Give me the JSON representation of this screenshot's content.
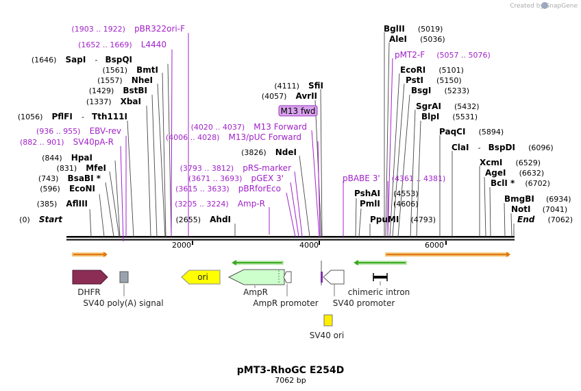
{
  "credit": "Created by SnapGene",
  "title": "pMT3-RhoGC E254D",
  "subtitle": "7062 bp",
  "ticks": [
    "2000",
    "4000",
    "6000"
  ],
  "left_sites": [
    {
      "pos": "(1646)",
      "name": "SapI",
      "name2": "BspQI",
      "sep": "-"
    },
    {
      "pos": "(1561)",
      "name": "BmtI"
    },
    {
      "pos": "(1557)",
      "name": "NheI"
    },
    {
      "pos": "(1429)",
      "name": "BstBI"
    },
    {
      "pos": "(1337)",
      "name": "XbaI"
    },
    {
      "pos": "(1056)",
      "name": "PflFI",
      "name2": "Tth111I",
      "sep": "-"
    },
    {
      "pos": "(844)",
      "name": "HpaI"
    },
    {
      "pos": "(831)",
      "name": "MfeI"
    },
    {
      "pos": "(743)",
      "name": "BsaBI *"
    },
    {
      "pos": "(596)",
      "name": "EcoNI"
    },
    {
      "pos": "(385)",
      "name": "AflIII"
    },
    {
      "pos": "(0)",
      "name": "Start"
    }
  ],
  "mid_sites": [
    {
      "pos": "(4111)",
      "name": "SfiI"
    },
    {
      "pos": "(4057)",
      "name": "AvrII"
    },
    {
      "pos": "(3826)",
      "name": "NdeI"
    },
    {
      "pos": "(2655)",
      "name": "AhdI"
    }
  ],
  "right_sites": [
    {
      "name": "BglII",
      "pos": "(5019)"
    },
    {
      "name": "AleI",
      "pos": "(5036)"
    },
    {
      "name": "EcoRI",
      "pos": "(5101)"
    },
    {
      "name": "PstI",
      "pos": "(5150)"
    },
    {
      "name": "BsgI",
      "pos": "(5233)"
    },
    {
      "name": "SgrAI",
      "pos": "(5432)"
    },
    {
      "name": "BlpI",
      "pos": "(5531)"
    },
    {
      "name": "PaqCI",
      "pos": "(5894)"
    },
    {
      "name": "ClaI",
      "name2": "BspDI",
      "sep": "-",
      "pos": "(6096)"
    },
    {
      "name": "XcmI",
      "pos": "(6529)"
    },
    {
      "name": "AgeI",
      "pos": "(6632)"
    },
    {
      "name": "BclI *",
      "pos": "(6702)"
    },
    {
      "name": "BmgBI",
      "pos": "(6934)"
    },
    {
      "name": "NotI",
      "pos": "(7041)"
    },
    {
      "name": "End",
      "pos": "(7062)"
    },
    {
      "name": "PshAI",
      "pos": "(4553)"
    },
    {
      "name": "PmlI",
      "pos": "(4606)"
    },
    {
      "name": "PpuMI",
      "pos": "(4793)"
    }
  ],
  "primers": [
    {
      "range": "(1903 .. 1922)",
      "name": "pBR322ori-F"
    },
    {
      "range": "(1652 .. 1669)",
      "name": "L4440"
    },
    {
      "range": "(936 .. 955)",
      "name": "EBV-rev"
    },
    {
      "range": "(882 .. 901)",
      "name": "SV40pA-R"
    },
    {
      "range": "(4020 .. 4037)",
      "name": "M13 Forward"
    },
    {
      "range": "(4006 .. 4028)",
      "name": "M13/pUC Forward"
    },
    {
      "range": "(3793 .. 3812)",
      "name": "pRS-marker"
    },
    {
      "range": "(3671 .. 3693)",
      "name": "pGEX 3'"
    },
    {
      "range": "(3615 .. 3633)",
      "name": "pBRforEco"
    },
    {
      "range": "(3205 .. 3224)",
      "name": "Amp-R"
    },
    {
      "range": "(5057 .. 5076)",
      "name": "pMT2-F"
    },
    {
      "range": "(4361 .. 4381)",
      "name": "pBABE 3'"
    }
  ],
  "boxed_primer": "M13 fwd",
  "features": {
    "dhfr": "DHFR",
    "sv40_polya": "SV40 poly(A) signal",
    "ori": "ori",
    "ampr": "AmpR",
    "ampr_promoter": "AmpR promoter",
    "sv40_promoter": "SV40 promoter",
    "chimeric_intron": "chimeric intron",
    "sv40_ori": "SV40 ori"
  },
  "colors": {
    "primer": "#a020c8",
    "dhfr": "#8b2d55",
    "ori": "#ffff00",
    "ampr": "#ccffcc",
    "orf_orange": "#e07a10",
    "orf_green": "#3aa820",
    "sv40_ori": "#ffee00"
  }
}
